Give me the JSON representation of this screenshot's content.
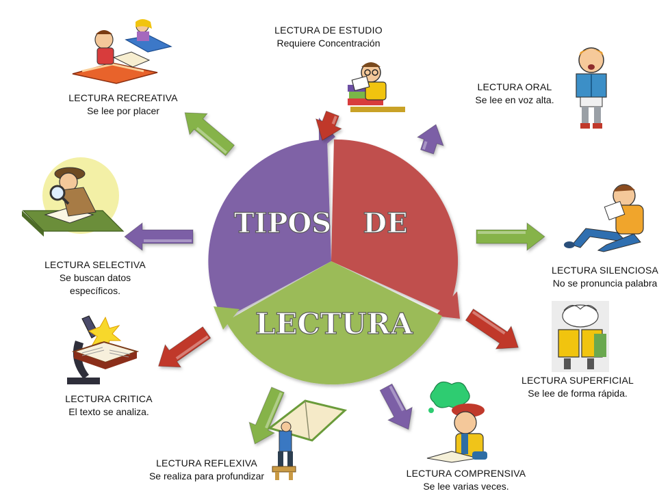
{
  "center": {
    "words": [
      "TIPOS",
      "DE",
      "LECTURA"
    ],
    "colors": {
      "tipos": "#7f62a6",
      "de": "#c0504d",
      "lectura": "#9bbb59"
    }
  },
  "arrow_colors": {
    "red": "#c0392b",
    "purple": "#7b5fa6",
    "green": "#86b34a"
  },
  "types": [
    {
      "id": "estudio",
      "title": "LECTURA DE ESTUDIO",
      "desc": "Requiere Concentración",
      "arrow": "red",
      "icon": "student-books-icon"
    },
    {
      "id": "oral",
      "title": "LECTURA ORAL",
      "desc": "Se lee en voz alta.",
      "arrow": "purple",
      "icon": "boy-reading-aloud-icon"
    },
    {
      "id": "silenciosa",
      "title": "LECTURA SILENCIOSA",
      "desc": "No se pronuncia palabra",
      "arrow": "green",
      "icon": "boy-sitting-reading-icon"
    },
    {
      "id": "superficial",
      "title": "LECTURA SUPERFICIAL",
      "desc": "Se lee de forma rápida.",
      "arrow": "red",
      "icon": "reader-book-icon"
    },
    {
      "id": "comprensiva",
      "title": "LECTURA COMPRENSIVA",
      "desc": "Se lee varias veces.",
      "arrow": "purple",
      "icon": "thinking-boy-icon"
    },
    {
      "id": "reflexiva",
      "title": "LECTURA REFLEXIVA",
      "desc": "Se realiza para profundizar",
      "arrow": "green",
      "icon": "giant-book-icon"
    },
    {
      "id": "critica",
      "title": "LECTURA CRITICA",
      "desc": "El texto se analiza.",
      "arrow": "red",
      "icon": "microscope-book-icon"
    },
    {
      "id": "selectiva",
      "title": "LECTURA SELECTIVA",
      "desc": "Se buscan datos específicos.",
      "arrow": "purple",
      "icon": "detective-magnifier-icon"
    },
    {
      "id": "recreativa",
      "title": "LECTURA RECREATIVA",
      "desc": "Se lee por placer",
      "arrow": "green",
      "icon": "kids-flying-book-icon"
    }
  ]
}
